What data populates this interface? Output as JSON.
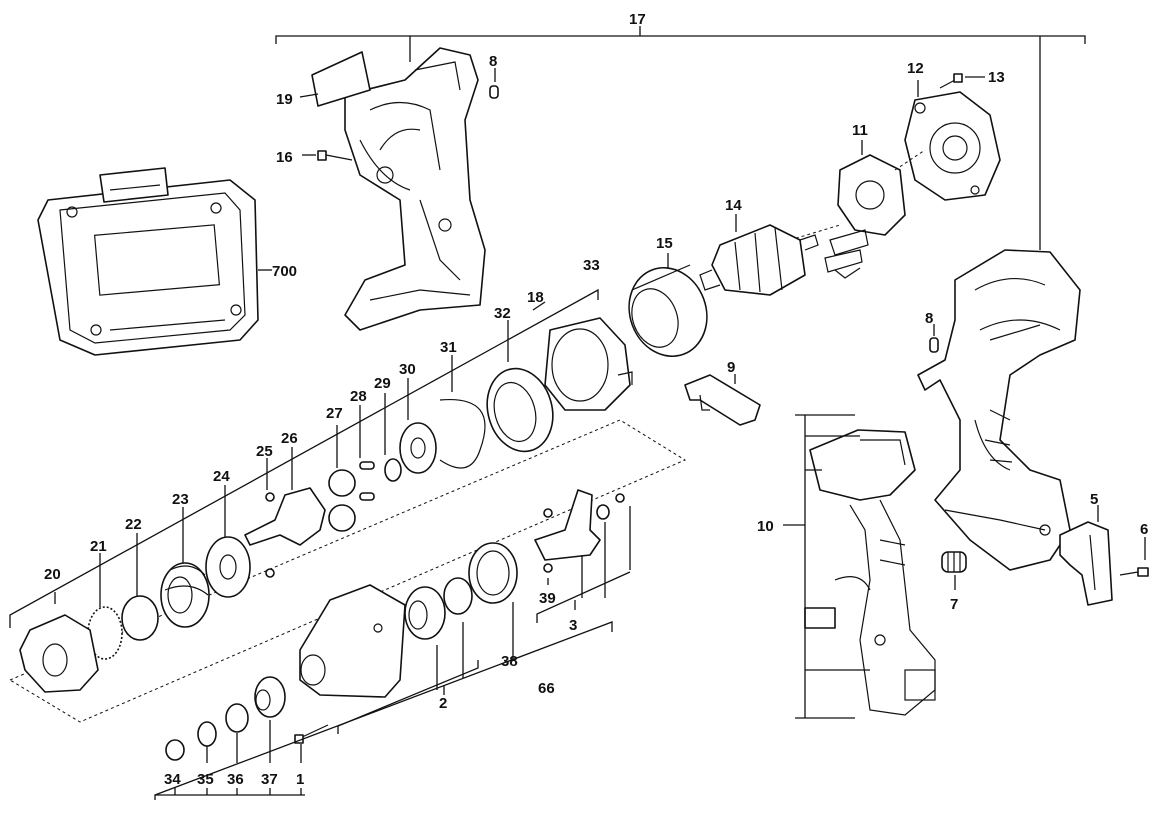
{
  "diagram": {
    "type": "exploded-parts-diagram",
    "part_numbers": [
      "1",
      "2",
      "3",
      "5",
      "6",
      "7",
      "8",
      "8",
      "9",
      "10",
      "11",
      "12",
      "13",
      "14",
      "15",
      "16",
      "17",
      "18",
      "19",
      "20",
      "21",
      "22",
      "23",
      "24",
      "25",
      "26",
      "27",
      "28",
      "29",
      "30",
      "31",
      "32",
      "33",
      "34",
      "35",
      "36",
      "37",
      "38",
      "39",
      "66",
      "700"
    ]
  },
  "labels": {
    "p1": "1",
    "p2": "2",
    "p3": "3",
    "p5": "5",
    "p6": "6",
    "p7": "7",
    "p8a": "8",
    "p8b": "8",
    "p9": "9",
    "p10": "10",
    "p11": "11",
    "p12": "12",
    "p13": "13",
    "p14": "14",
    "p15": "15",
    "p16": "16",
    "p17": "17",
    "p18": "18",
    "p19": "19",
    "p20": "20",
    "p21": "21",
    "p22": "22",
    "p23": "23",
    "p24": "24",
    "p25": "25",
    "p26": "26",
    "p27": "27",
    "p28": "28",
    "p29": "29",
    "p30": "30",
    "p31": "31",
    "p32": "32",
    "p33": "33",
    "p34": "34",
    "p35": "35",
    "p36": "36",
    "p37": "37",
    "p38": "38",
    "p39": "39",
    "p66": "66",
    "p700": "700"
  }
}
